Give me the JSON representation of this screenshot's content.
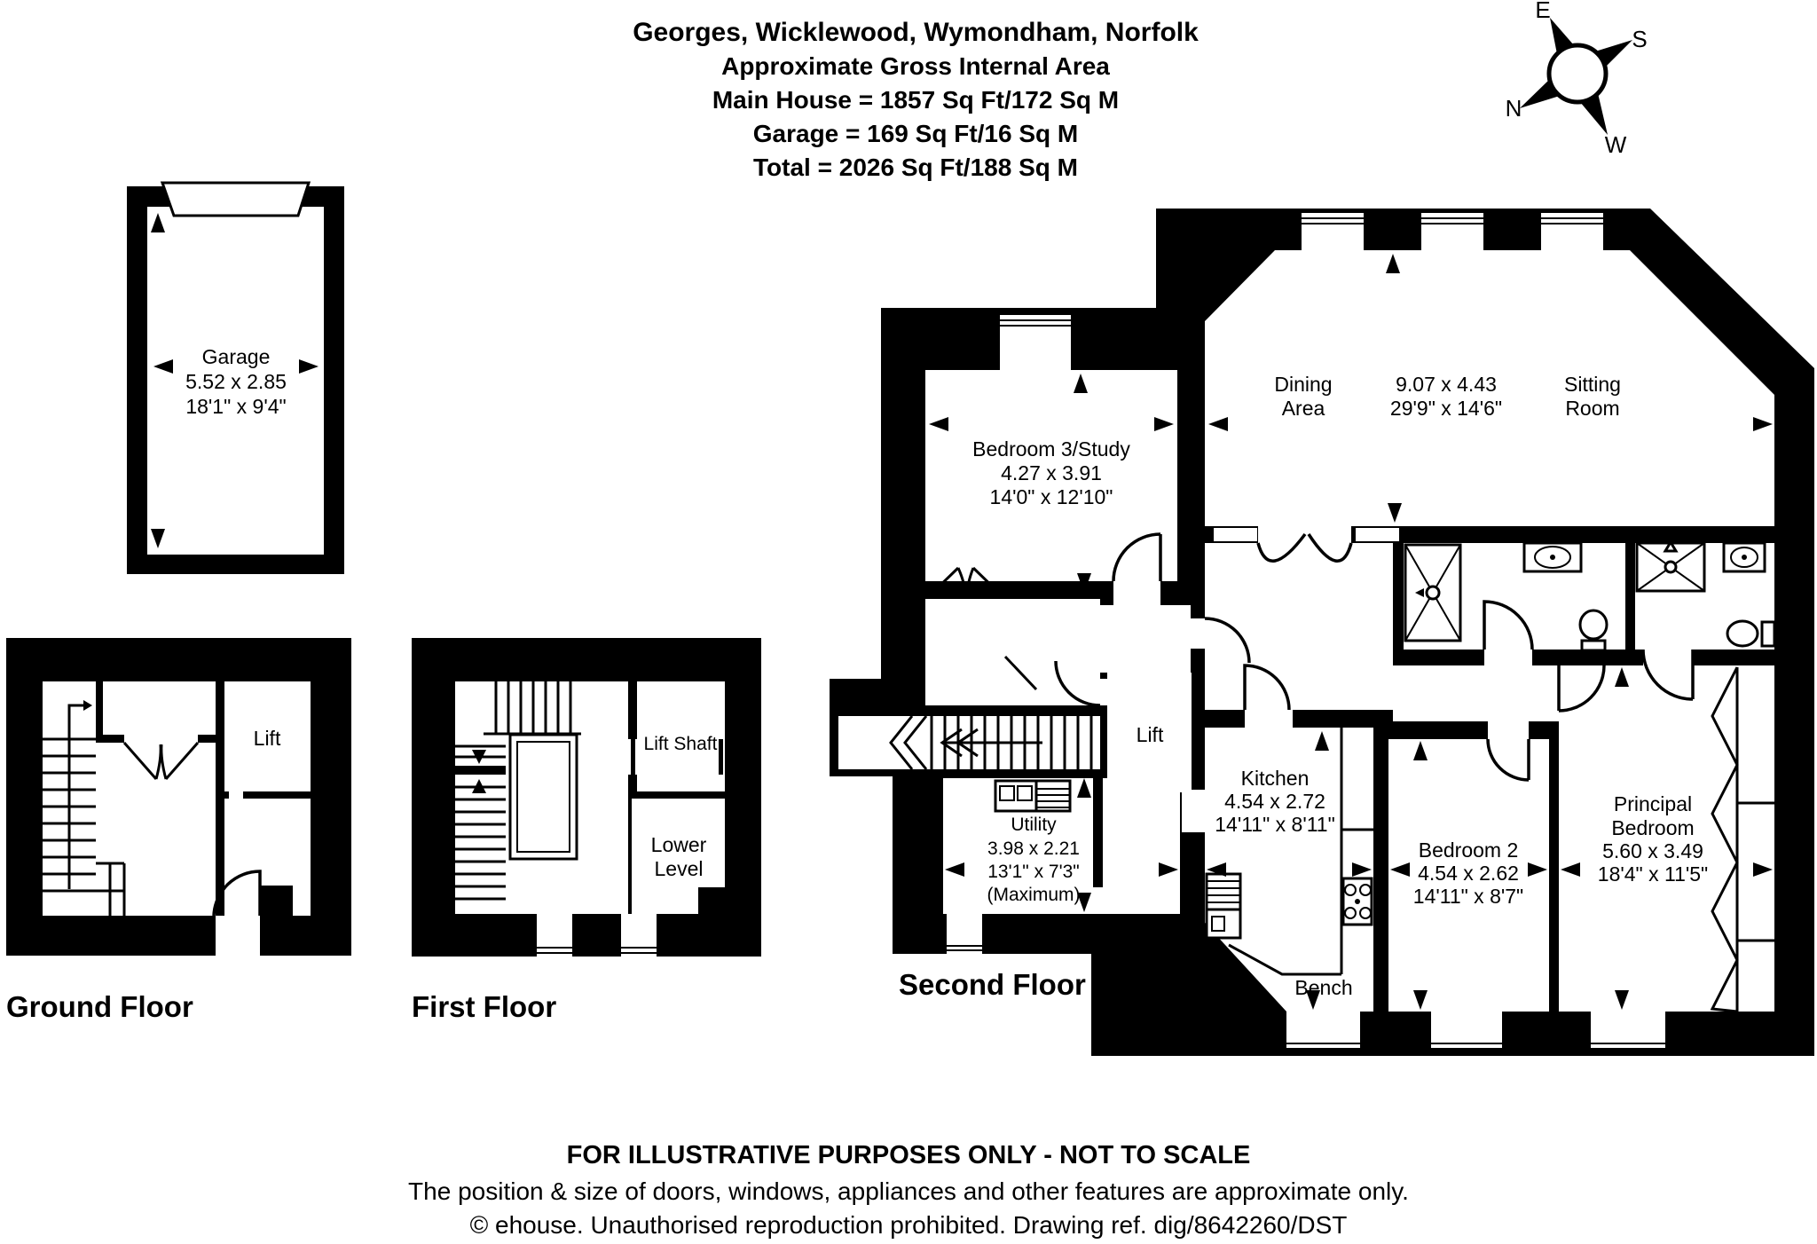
{
  "title": {
    "line1": "Georges, Wicklewood, Wymondham, Norfolk",
    "line2": "Approximate Gross Internal Area",
    "line3": "Main House = 1857 Sq Ft/172 Sq M",
    "line4": "Garage = 169 Sq Ft/16 Sq M",
    "line5": "Total = 2026 Sq Ft/188 Sq M"
  },
  "compass": {
    "east": "E",
    "south": "S",
    "north": "N",
    "west": "W"
  },
  "garage_plan": {
    "name": "Garage",
    "size_metric": "5.52 x 2.85",
    "size_imperial": "18'1\" x 9'4\""
  },
  "ground_floor": {
    "label": "Ground Floor",
    "lift": "Lift"
  },
  "first_floor": {
    "label": "First Floor",
    "lift_shaft": "Lift Shaft",
    "lower_level_line1": "Lower",
    "lower_level_line2": "Level"
  },
  "second_floor": {
    "label": "Second Floor",
    "bedroom3": {
      "name": "Bedroom 3/Study",
      "size_metric": "4.27 x 3.91",
      "size_imperial": "14'0\" x 12'10\""
    },
    "dining_area": {
      "line1": "Dining",
      "line2": "Area"
    },
    "reception_dims": {
      "size_metric": "9.07 x 4.43",
      "size_imperial": "29'9\" x 14'6\""
    },
    "sitting_room": {
      "line1": "Sitting",
      "line2": "Room"
    },
    "lift": "Lift",
    "utility": {
      "name": "Utility",
      "size_metric": "3.98 x 2.21",
      "size_imperial": "13'1\" x 7'3\"",
      "qualifier": "(Maximum)"
    },
    "kitchen": {
      "name": "Kitchen",
      "size_metric": "4.54 x 2.72",
      "size_imperial": "14'11\" x 8'11\""
    },
    "bedroom2": {
      "name": "Bedroom 2",
      "size_metric": "4.54 x 2.62",
      "size_imperial": "14'11\" x 8'7\""
    },
    "principal_bedroom": {
      "line1": "Principal",
      "line2": "Bedroom",
      "size_metric": "5.60 x 3.49",
      "size_imperial": "18'4\" x 11'5\""
    },
    "bench": "Bench"
  },
  "footer": {
    "line1": "FOR ILLUSTRATIVE PURPOSES ONLY - NOT TO SCALE",
    "line2": "The position & size of doors, windows, appliances and other features are approximate only.",
    "line3": "© ehouse. Unauthorised reproduction prohibited. Drawing ref. dig/8642260/DST"
  },
  "colors": {
    "ink": "#000000",
    "paper": "#ffffff"
  }
}
